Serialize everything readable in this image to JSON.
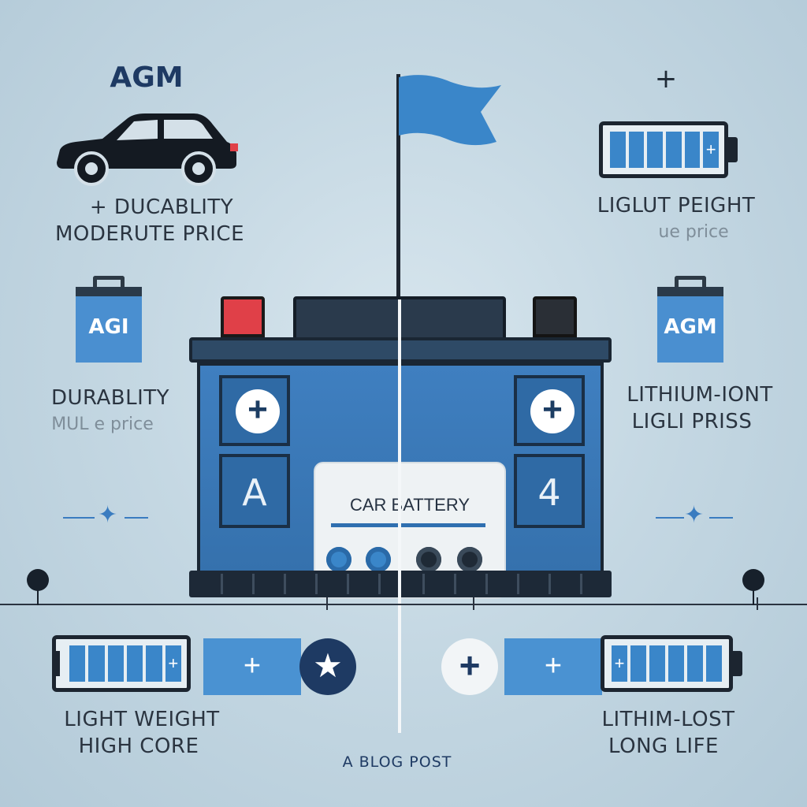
{
  "headings": {
    "agm": "AGM",
    "top_right_plus": "+"
  },
  "left_top": {
    "line1": "+ DUCABLITY",
    "line2": "MODERUTE PRICE"
  },
  "right_top": {
    "line1": "LIGLUT PEIGHT",
    "line2_faded": "ue price"
  },
  "left_mid": {
    "can_label": "AGI",
    "line1": "DURABLITY",
    "line2_faded": "MUL e price"
  },
  "right_mid": {
    "can_label": "AGM",
    "line1": "LITHIUM-IONT",
    "line2": "LIGLI PRISS"
  },
  "main_battery": {
    "title": "CAR BATTERY",
    "left_plus": "+",
    "right_plus": "+",
    "left_letter": "A",
    "right_letter": "4"
  },
  "bottom_left": {
    "line1": "LIGHT WEIGHT",
    "line2": "HIGH CORE",
    "square_plus": "+",
    "star": "★"
  },
  "bottom_right": {
    "line1": "LITHIM-LOST",
    "line2": "LONG LIFE",
    "square_plus": "+",
    "circle_plus": "+"
  },
  "footer": {
    "label": "A BLOG POST"
  },
  "icons": [
    "car-icon",
    "flag-icon",
    "battery-icon",
    "plus-icon",
    "star-icon",
    "pin-icon"
  ],
  "colors": {
    "accent_blue": "#3a86c9",
    "battery_blue": "#3f7fc0",
    "navy": "#1e3a63",
    "terminal_red": "#e04048"
  }
}
